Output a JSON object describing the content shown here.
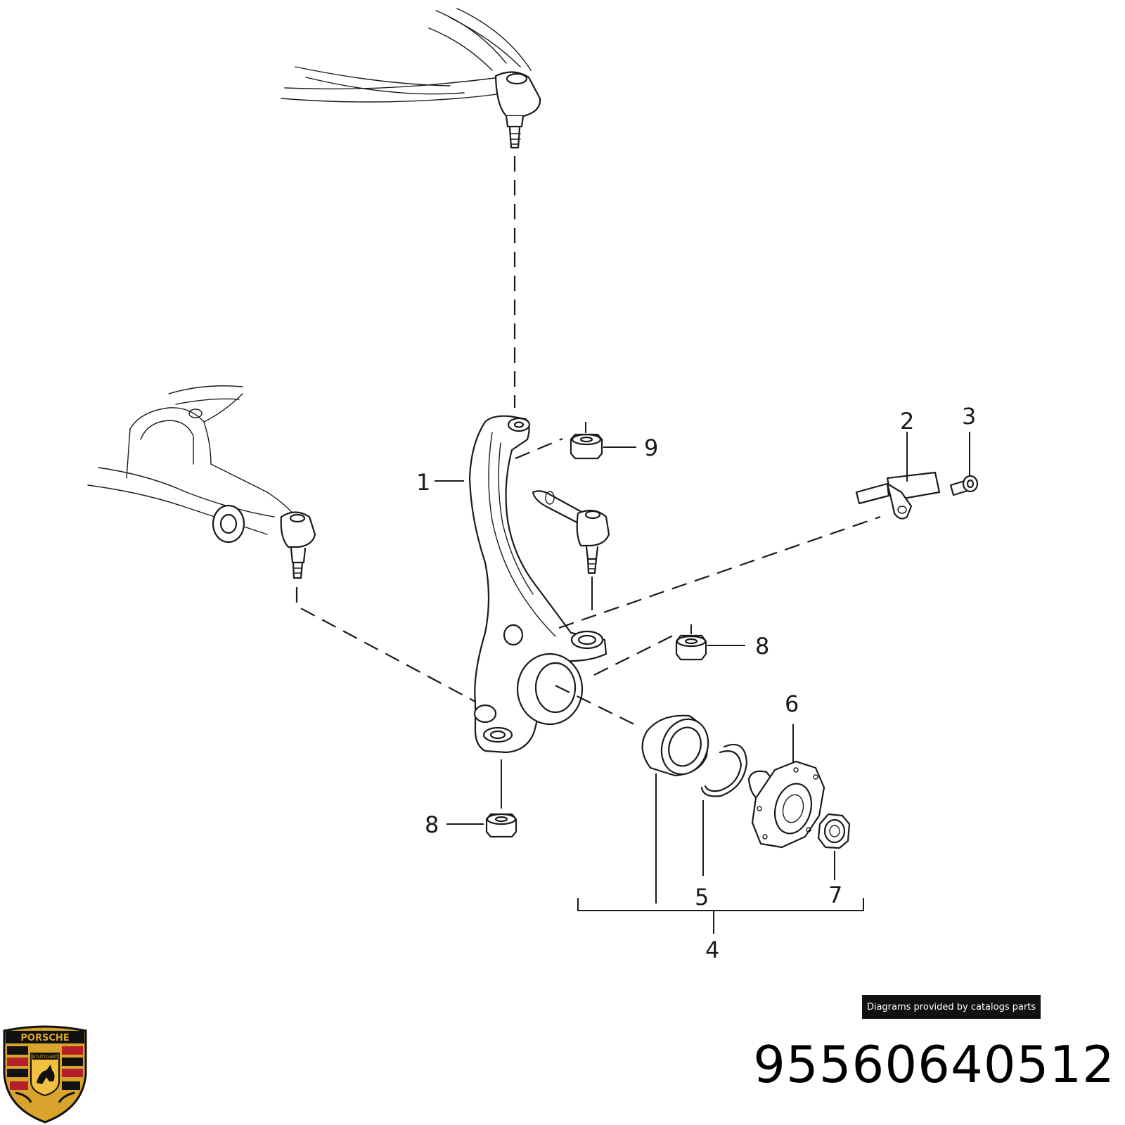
{
  "diagram": {
    "callouts": [
      "1",
      "2",
      "3",
      "9",
      "8",
      "8",
      "6",
      "5",
      "7",
      "4"
    ]
  },
  "banner": {
    "text": "Diagrams provided by catalogs parts"
  },
  "part_number": "95560640512",
  "logo": {
    "text": "PORSCHE",
    "subtext": "STUTTGART"
  },
  "colors": {
    "line": "#1a1a1a",
    "banner_bg": "#111111",
    "banner_text": "#ffffff",
    "logo_gold": "#d8a42c",
    "logo_red": "#b3202a",
    "logo_black": "#111111"
  }
}
